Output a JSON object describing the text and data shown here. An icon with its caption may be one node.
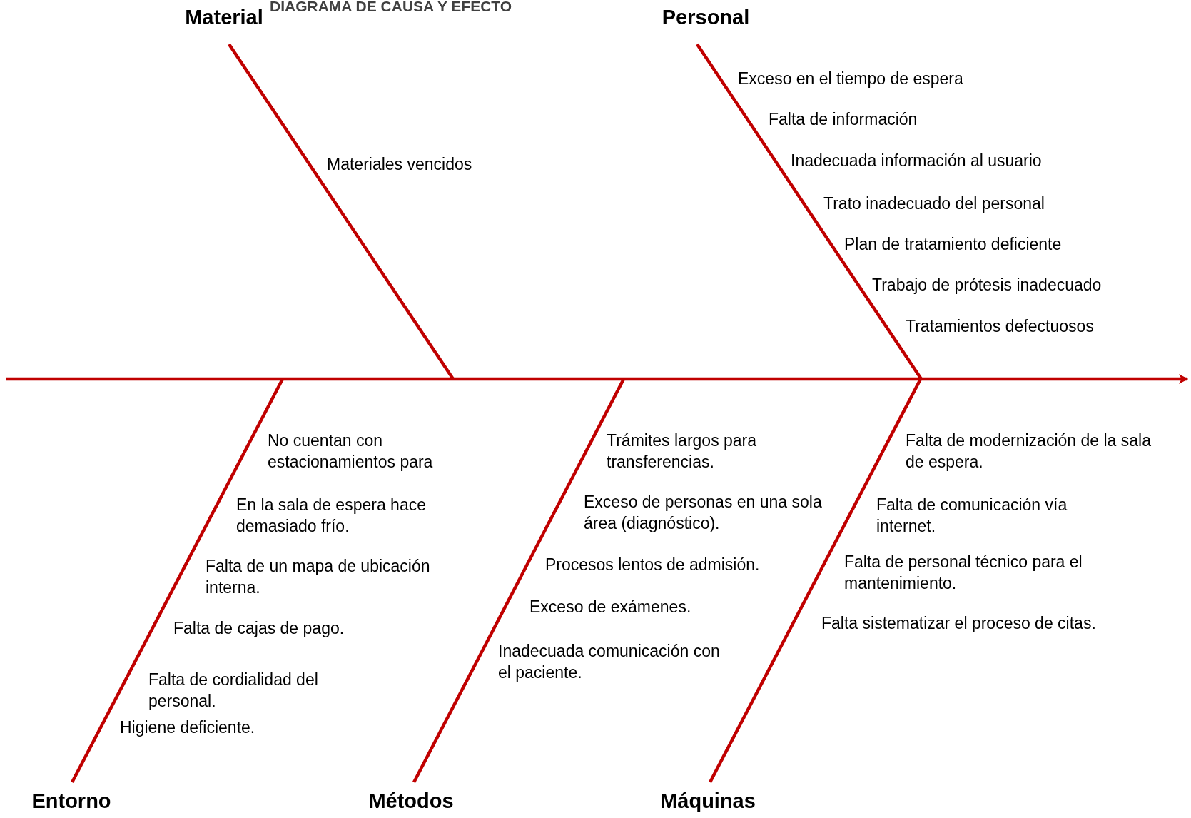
{
  "diagram": {
    "title": "DIAGRAMA DE CAUSA Y EFECTO",
    "nodes": [
      {
        "text": [
          "Material"
        ]
      },
      {
        "text": [
          "Personal"
        ]
      },
      {
        "text": [
          "Entorno"
        ]
      },
      {
        "text": [
          "Métodos"
        ]
      },
      {
        "text": [
          "Máquinas"
        ]
      }
    ],
    "edges": [
      {
        "from": 0,
        "to": null,
        "arrow": "none"
      },
      {
        "from": 1,
        "to": null,
        "arrow": "none"
      },
      {
        "from": 2,
        "to": null,
        "arrow": "none"
      },
      {
        "from": 3,
        "to": null,
        "arrow": "none"
      },
      {
        "from": 4,
        "to": null,
        "arrow": "none"
      }
    ],
    "labels": [
      "Materiales vencidos",
      "Exceso en el tiempo de espera",
      "Falta de información",
      "Inadecuada información al usuario",
      "Trato inadecuado del personal",
      "Plan de tratamiento deficiente",
      "Trabajo de prótesis inadecuado",
      "Tratamientos defectuosos",
      "No cuentan con estacionamientos para",
      "En la sala de espera hace demasiado frío.",
      "Falta de un mapa de ubicación interna.",
      "Falta de cajas de pago.",
      "Falta de cordialidad del personal.",
      "Higiene deficiente.",
      "Trámites largos para transferencias.",
      "Exceso de personas en una sola área (diagnóstico).",
      "Procesos lentos de admisión.",
      "Exceso de exámenes.",
      "Inadecuada comunicación con el paciente.",
      "Falta de modernización de la sala de espera.",
      "Falta de comunicación vía internet.",
      "Falta de personal técnico para el mantenimiento.",
      "Falta sistematizar el proceso de citas."
    ]
  }
}
